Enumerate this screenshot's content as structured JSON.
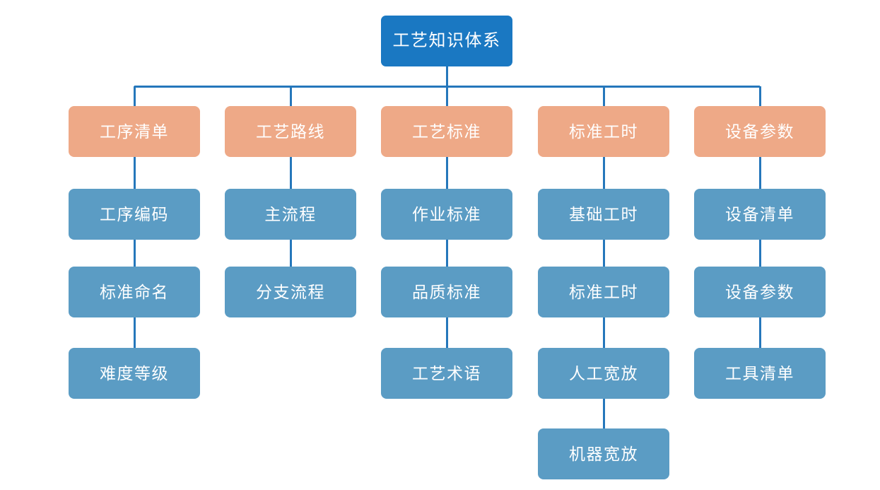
{
  "diagram": {
    "title_node": {
      "label": "工艺知识体系",
      "color": "#1a78c2"
    },
    "colors": {
      "root": "#1a78c2",
      "level1": "#eea987",
      "level2": "#5b9cc4",
      "connector": "#2577bb",
      "background": "#ffffff",
      "text": "#ffffff"
    },
    "columns": [
      {
        "header": "工序清单",
        "children": [
          "工序编码",
          "标准命名",
          "难度等级"
        ]
      },
      {
        "header": "工艺路线",
        "children": [
          "主流程",
          "分支流程"
        ]
      },
      {
        "header": "工艺标准",
        "children": [
          "作业标准",
          "品质标准",
          "工艺术语"
        ]
      },
      {
        "header": "标准工时",
        "children": [
          "基础工时",
          "标准工时",
          "人工宽放",
          "机器宽放"
        ]
      },
      {
        "header": "设备参数",
        "children": [
          "设备清单",
          "设备参数",
          "工具清单"
        ]
      }
    ]
  }
}
